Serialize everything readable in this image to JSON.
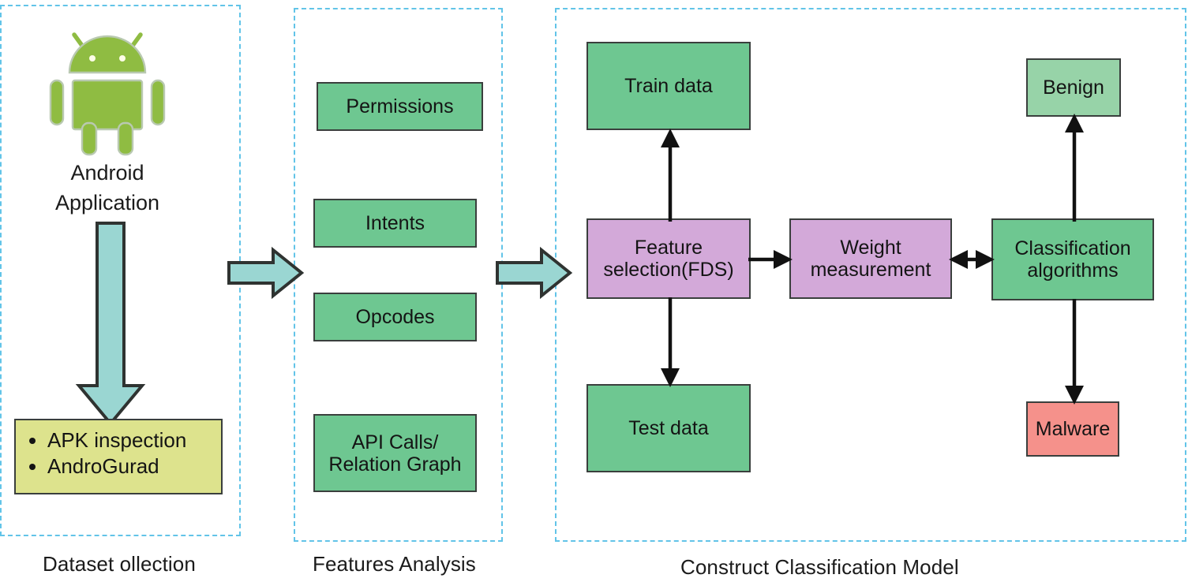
{
  "diagram": {
    "title_present": false,
    "colors": {
      "dashed_border": "#62c4e8",
      "teal_arrow": "#9ad6d2",
      "green_node": "#6ec791",
      "green_node_light": "#97d3a8",
      "purple_node": "#d3a9d9",
      "red_node": "#f5918b",
      "yellow_node": "#dde38d",
      "android_green": "#8fbc42",
      "node_border": "#3a3f3d",
      "connector": "#111111"
    }
  },
  "sections": {
    "dataset": {
      "label": "Dataset ollection",
      "logo_icon": "android-robot-icon",
      "caption_line1": "Android",
      "caption_line2": "Application",
      "down_arrow_icon": "down-block-arrow-icon",
      "bullets": [
        "APK inspection",
        "AndroGurad"
      ]
    },
    "features": {
      "label": "Features Analysis",
      "boxes": [
        {
          "id": "permissions",
          "label": "Permissions"
        },
        {
          "id": "intents",
          "label": "Intents"
        },
        {
          "id": "opcodes",
          "label": "Opcodes"
        },
        {
          "id": "api",
          "label_line1": "API Calls/",
          "label_line2": "Relation Graph"
        }
      ]
    },
    "model": {
      "label": "Construct Classification Model",
      "boxes": [
        {
          "id": "train",
          "label": "Train data",
          "color": "green"
        },
        {
          "id": "fds",
          "label_line1": "Feature",
          "label_line2": "selection(FDS)",
          "color": "purple"
        },
        {
          "id": "test",
          "label": "Test data",
          "color": "green"
        },
        {
          "id": "weight",
          "label_line1": "Weight",
          "label_line2": "measurement",
          "color": "purple"
        },
        {
          "id": "classification",
          "label_line1": "Classification",
          "label_line2": "algorithms",
          "color": "green"
        },
        {
          "id": "benign",
          "label": "Benign",
          "color": "green-light"
        },
        {
          "id": "malware",
          "label": "Malware",
          "color": "red"
        }
      ]
    }
  },
  "connectors": [
    {
      "id": "dataset-to-features",
      "icon": "right-block-arrow-icon",
      "from": "dataset",
      "to": "features"
    },
    {
      "id": "features-to-model",
      "icon": "right-block-arrow-icon",
      "from": "features",
      "to": "model"
    },
    {
      "id": "android-to-apk",
      "icon": "down-block-arrow-icon",
      "from": "android-application",
      "to": "apk-inspection"
    },
    {
      "id": "fds-to-train",
      "icon": "arrow-up-icon",
      "from": "fds",
      "to": "train"
    },
    {
      "id": "fds-to-test",
      "icon": "arrow-down-icon",
      "from": "fds",
      "to": "test"
    },
    {
      "id": "fds-to-weight",
      "icon": "arrow-right-icon",
      "from": "fds",
      "to": "weight"
    },
    {
      "id": "weight-classification",
      "icon": "arrow-bidirectional-icon",
      "from": "weight",
      "to": "classification"
    },
    {
      "id": "classification-to-benign",
      "icon": "arrow-up-icon",
      "from": "classification",
      "to": "benign"
    },
    {
      "id": "classification-to-malware",
      "icon": "arrow-down-icon",
      "from": "classification",
      "to": "malware"
    }
  ]
}
